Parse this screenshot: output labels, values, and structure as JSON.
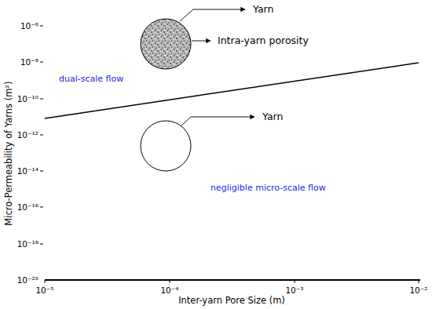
{
  "diagram": {
    "labels": [
      "Yarn",
      "Intra-yarn porosity",
      "dual-scale flow",
      "Yarn",
      "negligible micro-scale flow",
      "10⁻⁶",
      "10⁻⁸",
      "10⁻¹⁰",
      "10⁻¹²",
      "10⁻¹⁴",
      "10⁻¹⁶",
      "10⁻¹⁸",
      "10⁻²⁰",
      "10⁻⁵",
      "10⁻⁴",
      "10⁻³",
      "10⁻²",
      "Inter-yarn Pore Size (m)",
      "Micro-Permeability of Yarns (m²)"
    ]
  }
}
